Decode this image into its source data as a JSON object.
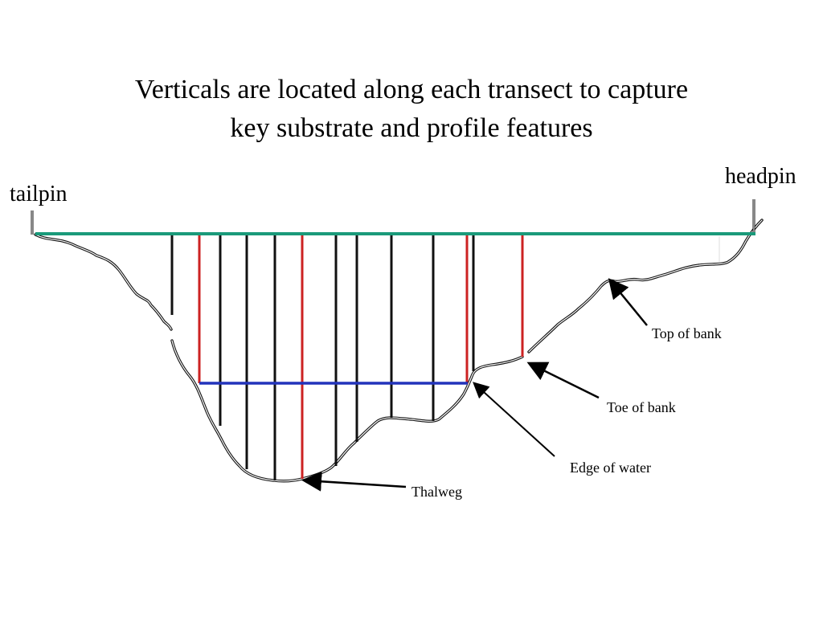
{
  "title": {
    "line1": "Verticals are located along each transect to capture",
    "line2": "key substrate and profile features"
  },
  "pins": {
    "tail": "tailpin",
    "head": "headpin"
  },
  "callouts": {
    "top_of_bank": "Top of bank",
    "toe_of_bank": "Toe of bank",
    "edge_of_water": "Edge of water",
    "thalweg": "Thalweg"
  },
  "colors": {
    "tagline": "#1a9a7a",
    "water_surface": "#2233bb",
    "key_vertical": "#cc2222",
    "vertical": "#111111",
    "channel_profile": "#111111"
  }
}
